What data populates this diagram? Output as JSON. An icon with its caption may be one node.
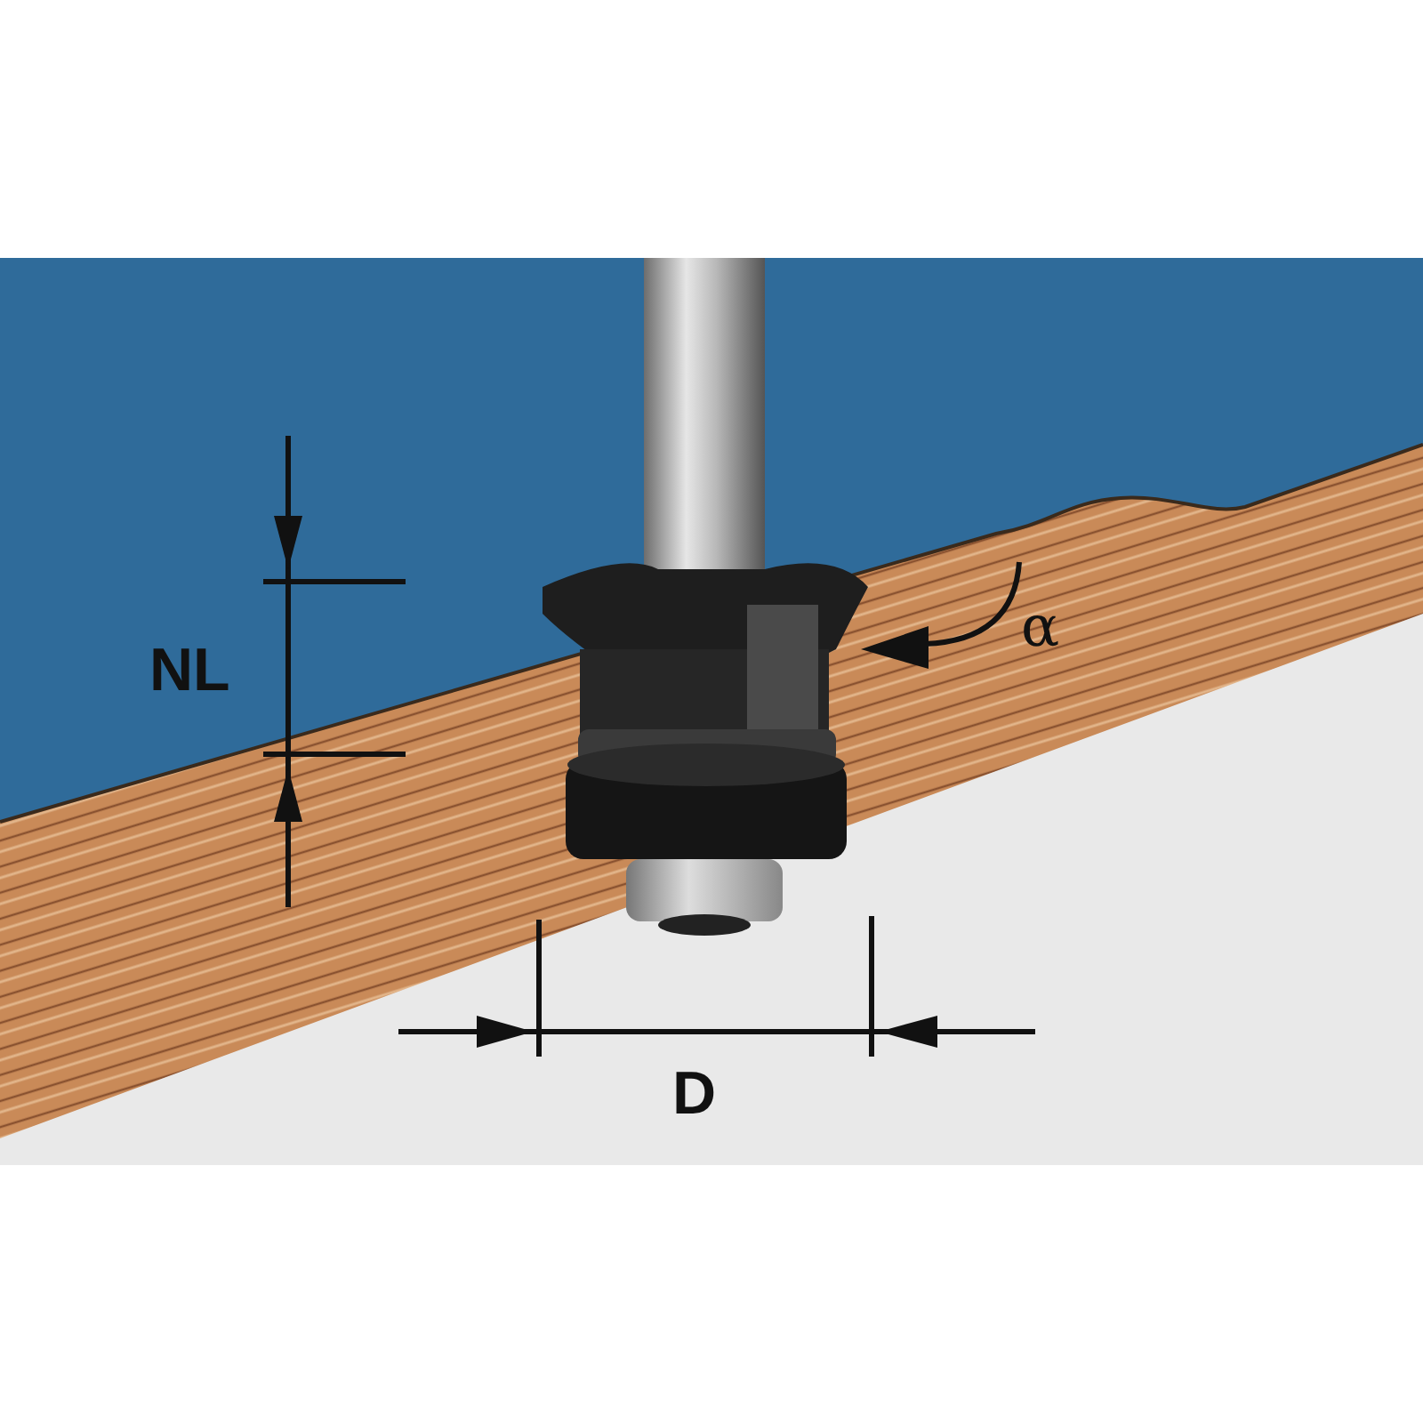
{
  "diagram": {
    "labels": [
      "NL",
      "α",
      "D"
    ]
  }
}
